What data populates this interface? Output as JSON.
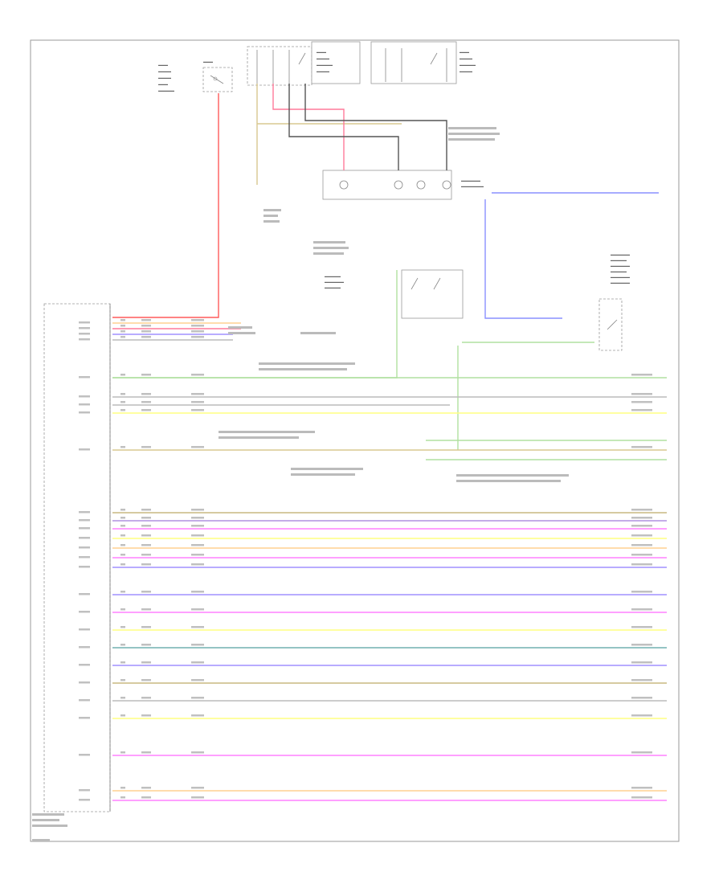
{
  "colors": {
    "frame": "#9a9a9a",
    "red": "#ff5a5a",
    "pink_red": "#ff7a9a",
    "tan": "#d8c890",
    "dark_gray": "#555555",
    "black": "#333333",
    "blue": "#8a90ff",
    "green": "#b0e0a0",
    "yellow": "#ffff80",
    "gray": "#bbbbbb",
    "magenta": "#ff80ff",
    "violet": "#a090ff",
    "orange": "#ffd090",
    "teal": "#70b0b0",
    "purple": "#b090e0",
    "brown": "#c8b880"
  },
  "wires": [
    {
      "id": "w-top-red-vert",
      "color": "red"
    },
    {
      "id": "w-top-tan-horiz",
      "color": "tan"
    },
    {
      "id": "w-top-pink",
      "color": "pink_red"
    },
    {
      "id": "w-top-dark",
      "color": "dark_gray"
    },
    {
      "id": "w-blue-right",
      "color": "blue"
    },
    {
      "id": "w-green-upper",
      "color": "green"
    },
    {
      "id": "w-row-1",
      "color": "orange"
    },
    {
      "id": "w-row-2",
      "color": "pink_red"
    },
    {
      "id": "w-row-3",
      "color": "violet"
    },
    {
      "id": "w-row-4",
      "color": "gray"
    },
    {
      "id": "w-bus-green",
      "color": "green"
    },
    {
      "id": "w-bus-gray-1",
      "color": "gray"
    },
    {
      "id": "w-bus-gray-2",
      "color": "gray"
    },
    {
      "id": "w-bus-yellow",
      "color": "yellow"
    },
    {
      "id": "w-bus-tan",
      "color": "tan"
    },
    {
      "id": "w-bus-green-2",
      "color": "green"
    },
    {
      "id": "w-mid-1",
      "color": "brown"
    },
    {
      "id": "w-mid-2",
      "color": "purple"
    },
    {
      "id": "w-mid-3",
      "color": "magenta"
    },
    {
      "id": "w-mid-4",
      "color": "yellow"
    },
    {
      "id": "w-mid-5",
      "color": "orange"
    },
    {
      "id": "w-mid-6",
      "color": "magenta"
    },
    {
      "id": "w-mid-7",
      "color": "violet"
    },
    {
      "id": "w-low-1",
      "color": "violet"
    },
    {
      "id": "w-low-2",
      "color": "magenta"
    },
    {
      "id": "w-low-3",
      "color": "yellow"
    },
    {
      "id": "w-low-4",
      "color": "teal"
    },
    {
      "id": "w-low-5",
      "color": "violet"
    },
    {
      "id": "w-low-6",
      "color": "brown"
    },
    {
      "id": "w-low-7",
      "color": "gray"
    },
    {
      "id": "w-low-8",
      "color": "yellow"
    },
    {
      "id": "w-low-9",
      "color": "magenta"
    },
    {
      "id": "w-low-10",
      "color": "orange"
    },
    {
      "id": "w-low-11",
      "color": "magenta"
    }
  ]
}
